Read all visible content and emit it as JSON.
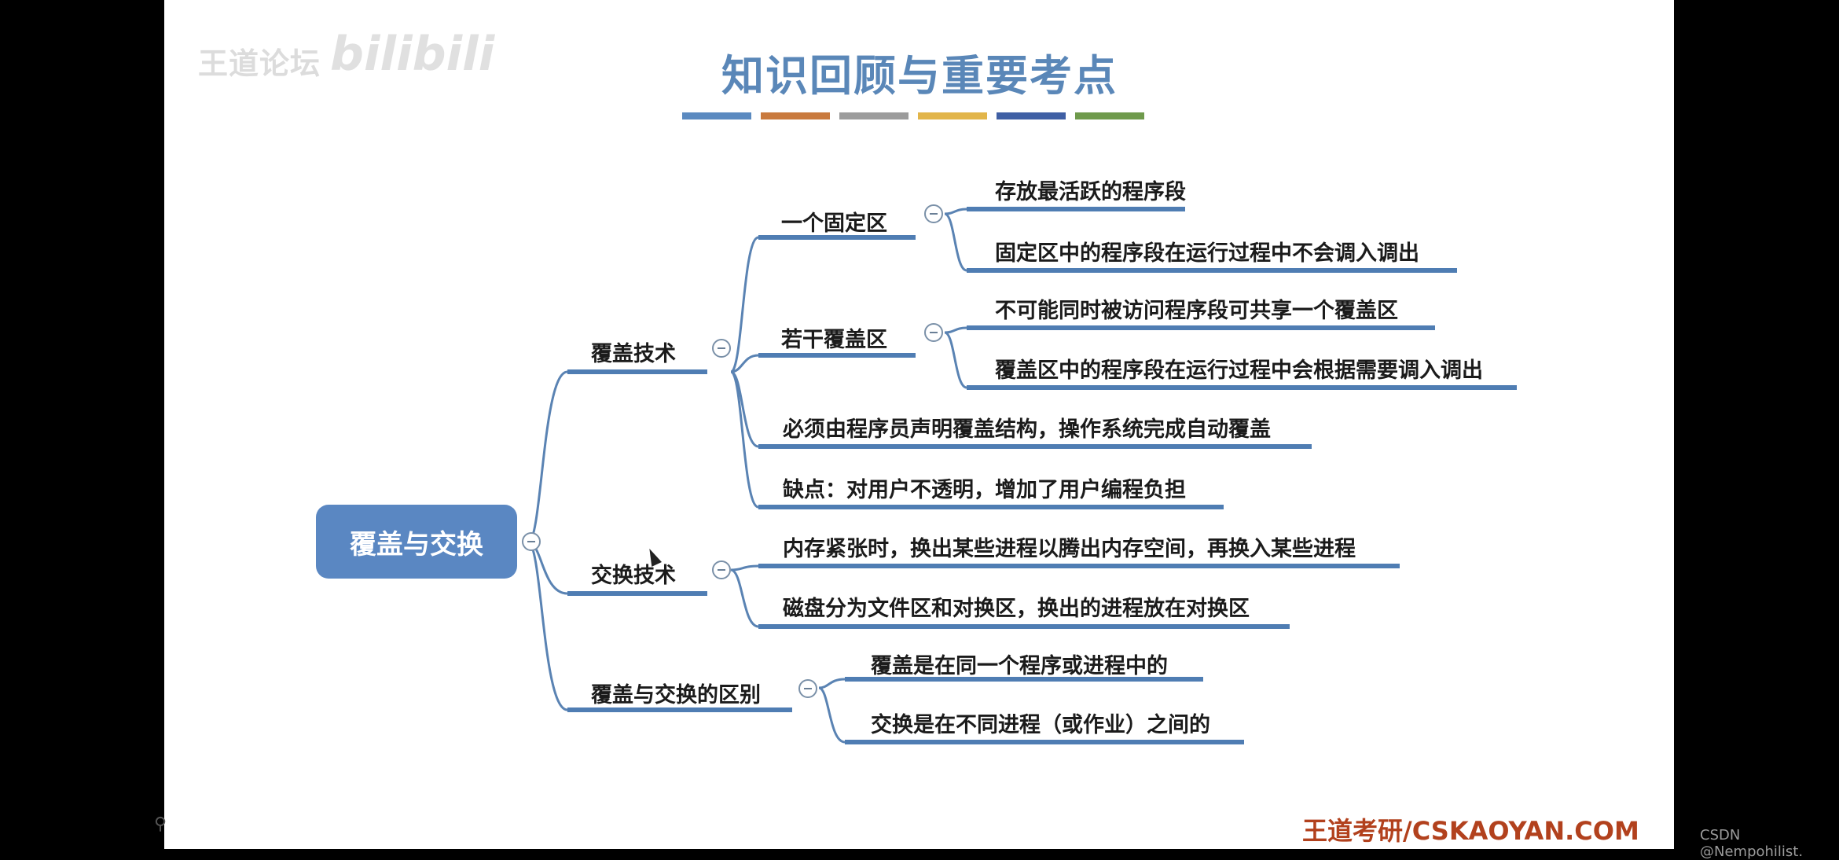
{
  "watermark": {
    "text": "王道论坛",
    "logo": "bilibili"
  },
  "title": "知识回顾与重要考点",
  "title_bars": [
    "#5b8ac0",
    "#c97a3e",
    "#9c9c9c",
    "#e2b54a",
    "#3f5fa4",
    "#6f9a4c"
  ],
  "root": "覆盖与交换",
  "branches": {
    "overlay": {
      "label": "覆盖技术",
      "fixed": {
        "label": "一个固定区",
        "items": [
          "存放最活跃的程序段",
          "固定区中的程序段在运行过程中不会调入调出"
        ]
      },
      "multi": {
        "label": "若干覆盖区",
        "items": [
          "不可能同时被访问程序段可共享一个覆盖区",
          "覆盖区中的程序段在运行过程中会根据需要调入调出"
        ]
      },
      "items": [
        "必须由程序员声明覆盖结构，操作系统完成自动覆盖",
        "缺点：对用户不透明，增加了用户编程负担"
      ]
    },
    "swap": {
      "label": "交换技术",
      "items": [
        "内存紧张时，换出某些进程以腾出内存空间，再换入某些进程",
        "磁盘分为文件区和对换区，换出的进程放在对换区"
      ]
    },
    "diff": {
      "label": "覆盖与交换的区别",
      "items": [
        "覆盖是在同一个程序或进程中的",
        "交换是在不同进程（或作业）之间的"
      ]
    }
  },
  "footer": "王道考研/CSKAOYAN.COM",
  "csdn": "CSDN @Nempohilist.",
  "icons": {
    "collapse": "minus-circle-icon",
    "cursor": "mouse-pointer-icon",
    "magnifier": "magnifier-icon"
  }
}
